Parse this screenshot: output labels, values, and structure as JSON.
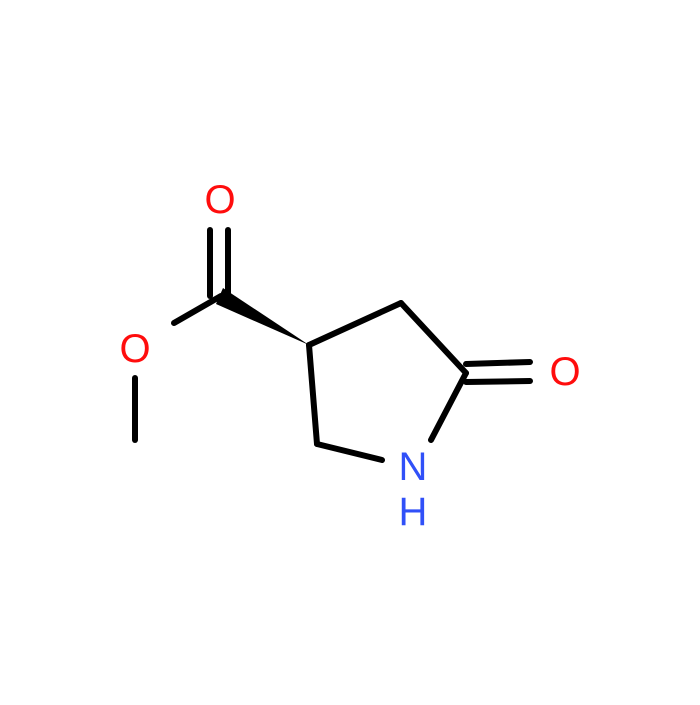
{
  "molecule": {
    "atoms": {
      "o_carbonyl_top": {
        "symbol": "O",
        "color": "#ff0d0d"
      },
      "o_ester": {
        "symbol": "O",
        "color": "#ff0d0d"
      },
      "o_ketone": {
        "symbol": "O",
        "color": "#ff0d0d"
      },
      "n_ring": {
        "symbol": "N",
        "color": "#3050f8"
      },
      "h_ring": {
        "symbol": "H",
        "color": "#3050f8"
      }
    },
    "bond_color": "#000000"
  }
}
